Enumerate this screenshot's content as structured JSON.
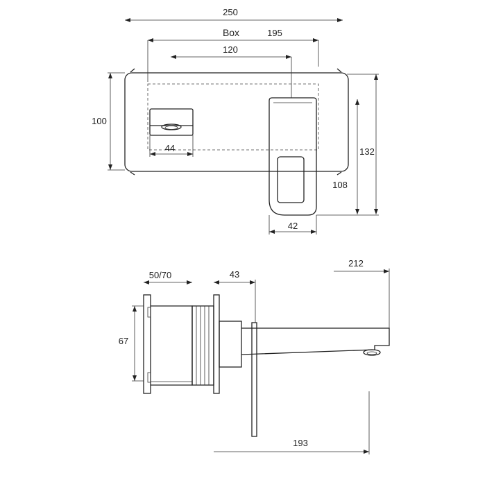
{
  "front_view": {
    "dim_overall_width": "250",
    "box_label": "Box",
    "dim_box_width": "195",
    "dim_spout_offset": "120",
    "dim_plate_height": "100",
    "dim_spout_width": "44",
    "dim_total_height": "132",
    "dim_lever_height": "108",
    "dim_lever_width": "42"
  },
  "side_view": {
    "dim_body_depth": "50/70",
    "dim_plate_projection": "43",
    "dim_spout_reach": "212",
    "dim_body_height": "67",
    "dim_lever_reach": "193"
  }
}
